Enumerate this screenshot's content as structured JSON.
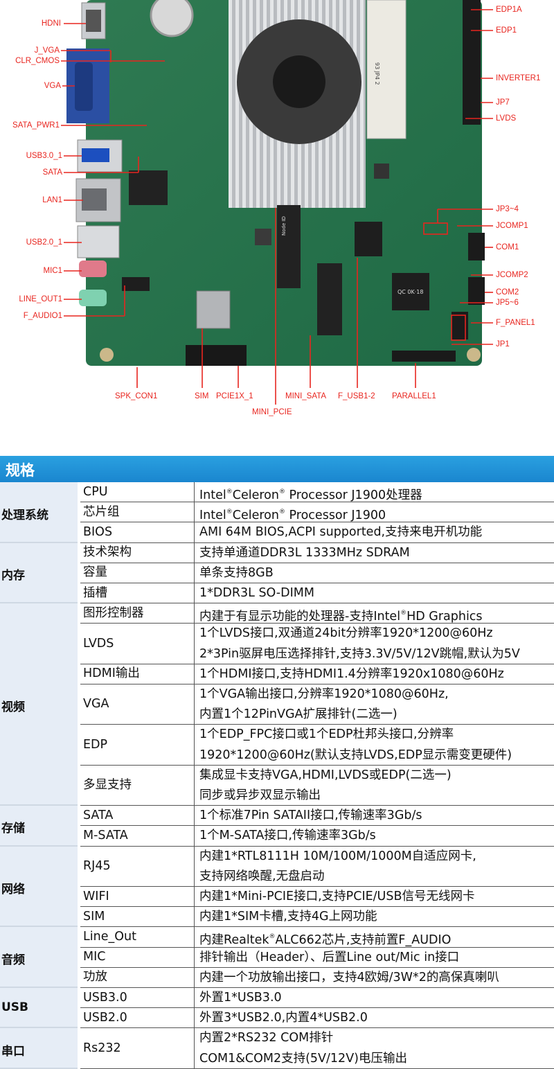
{
  "board": {
    "callouts_left": [
      {
        "id": "hdmi",
        "label": "HDNI"
      },
      {
        "id": "j_vga",
        "label": "J_VGA"
      },
      {
        "id": "clr_cmos",
        "label": "CLR_CMOS"
      },
      {
        "id": "vga",
        "label": "VGA"
      },
      {
        "id": "sata_pwr1",
        "label": "SATA_PWR1"
      },
      {
        "id": "usb30_1",
        "label": "USB3.0_1"
      },
      {
        "id": "sata",
        "label": "SATA"
      },
      {
        "id": "lan1",
        "label": "LAN1"
      },
      {
        "id": "usb20_1",
        "label": "USB2.0_1"
      },
      {
        "id": "mic1",
        "label": "MIC1"
      },
      {
        "id": "line_out1",
        "label": "LINE_OUT1"
      },
      {
        "id": "f_audio1",
        "label": "F_AUDIO1"
      }
    ],
    "callouts_right": [
      {
        "id": "edp1a",
        "label": "EDP1A"
      },
      {
        "id": "edp1",
        "label": "EDP1"
      },
      {
        "id": "inverter1",
        "label": "INVERTER1"
      },
      {
        "id": "jp7",
        "label": "JP7"
      },
      {
        "id": "lvds",
        "label": "LVDS"
      },
      {
        "id": "jp3_4",
        "label": "JP3~4"
      },
      {
        "id": "jcomp1",
        "label": "JCOMP1"
      },
      {
        "id": "com1",
        "label": "COM1"
      },
      {
        "id": "jcomp2",
        "label": "JCOMP2"
      },
      {
        "id": "com2",
        "label": "COM2"
      },
      {
        "id": "jp5_6",
        "label": "JP5~6"
      },
      {
        "id": "f_panel1",
        "label": "F_PANEL1"
      },
      {
        "id": "jp1",
        "label": "JP1"
      }
    ],
    "callouts_bottom": [
      {
        "id": "spk_con1",
        "label": "SPK_CON1"
      },
      {
        "id": "sim",
        "label": "SIM"
      },
      {
        "id": "pcie1x_1",
        "label": "PCIE1X_1"
      },
      {
        "id": "mini_sata",
        "label": "MINI_SATA"
      },
      {
        "id": "f_usb1_2",
        "label": "F_USB1-2"
      },
      {
        "id": "parallel1",
        "label": "PARALLEL1"
      },
      {
        "id": "mini_pcie",
        "label": "MINI_PCIE"
      }
    ],
    "silkscreen": {
      "ram_label": "93 JP4 2",
      "ic_label": "QC 0K·18",
      "node_label": "Node ID"
    }
  },
  "spec": {
    "title": "规格",
    "categories": [
      {
        "name": "处理系统",
        "rows": [
          {
            "sub": "CPU",
            "value": [
              "Intel®Celeron® Processor J1900处理器"
            ]
          },
          {
            "sub": "芯片组",
            "value": [
              "Intel®Celeron® Processor J1900"
            ]
          },
          {
            "sub": "BIOS",
            "value": [
              "AMI 64M BIOS,ACPI supported,支持来电开机功能"
            ]
          }
        ]
      },
      {
        "name": "内存",
        "rows": [
          {
            "sub": "技术架构",
            "value": [
              "支持单通道DDR3L 1333MHz SDRAM"
            ]
          },
          {
            "sub": "容量",
            "value": [
              "单条支持8GB"
            ]
          },
          {
            "sub": "插槽",
            "value": [
              "1*DDR3L SO-DIMM"
            ]
          }
        ]
      },
      {
        "name": "视频",
        "rows": [
          {
            "sub": "图形控制器",
            "value": [
              "内建于有显示功能的处理器-支持Intel®HD Graphics"
            ]
          },
          {
            "sub": "LVDS",
            "value": [
              "1个LVDS接口,双通道24bit分辨率1920*1200@60Hz",
              "2*3Pin驱屏电压选择排针,支持3.3V/5V/12V跳帽,默认为5V"
            ]
          },
          {
            "sub": "HDMI输出",
            "value": [
              "1个HDMI接口,支持HDMI1.4分辨率1920x1080@60Hz"
            ]
          },
          {
            "sub": "VGA",
            "value": [
              "1个VGA输出接口,分辨率1920*1080@60Hz,",
              "内置1个12PinVGA扩展排针(二选一)"
            ]
          },
          {
            "sub": "EDP",
            "value": [
              "1个EDP_FPC接口或1个EDP杜邦头接口,分辨率",
              "1920*1200@60Hz(默认支持LVDS,EDP显示需变更硬件)"
            ]
          },
          {
            "sub": "多显支持",
            "value": [
              "集成显卡支持VGA,HDMI,LVDS或EDP(二选一)",
              "同步或异步双显示输出"
            ]
          }
        ]
      },
      {
        "name": "存储",
        "rows": [
          {
            "sub": "SATA",
            "value": [
              "1个标准7Pin SATAII接口,传输速率3Gb/s"
            ]
          },
          {
            "sub": "M-SATA",
            "value": [
              "1个M-SATA接口,传输速率3Gb/s"
            ]
          }
        ]
      },
      {
        "name": "网络",
        "rows": [
          {
            "sub": "RJ45",
            "value": [
              "内建1*RTL8111H 10M/100M/1000M自适应网卡,",
              "支持网络唤醒,无盘启动"
            ]
          },
          {
            "sub": "WIFI",
            "value": [
              "内建1*Mini-PCIE接口,支持PCIE/USB信号无线网卡"
            ]
          },
          {
            "sub": "SIM",
            "value": [
              "内建1*SIM卡槽,支持4G上网功能"
            ]
          }
        ]
      },
      {
        "name": "音频",
        "rows": [
          {
            "sub": "Line_Out",
            "value": [
              "内建Realtek®ALC662芯片,支持前置F_AUDIO"
            ]
          },
          {
            "sub": "MIC",
            "value": [
              "排针输出（Header）、后置Line out/Mic in接口"
            ]
          },
          {
            "sub": "功放",
            "value": [
              "内建一个功放输出接口，支持4欧姆/3W*2的高保真喇叭"
            ]
          }
        ]
      },
      {
        "name": "USB",
        "rows": [
          {
            "sub": "USB3.0",
            "value": [
              "外置1*USB3.0"
            ]
          },
          {
            "sub": "USB2.0",
            "value": [
              "外置3*USB2.0,内置4*USB2.0"
            ]
          }
        ]
      },
      {
        "name": "串口",
        "rows": [
          {
            "sub": "Rs232",
            "value": [
              "内置2*RS232 COM排针",
              "COM1&COM2支持(5V/12V)电压输出"
            ]
          }
        ]
      }
    ]
  }
}
